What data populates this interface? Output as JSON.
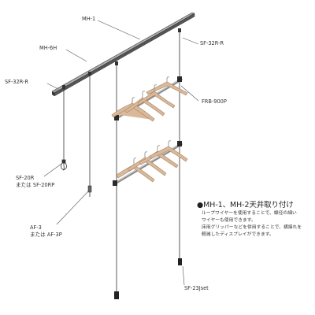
{
  "labels": {
    "mh1": "MH-1",
    "mh6h": "MH-6H",
    "sf32rr_right": "SF-32R-R",
    "sf32rr_left": "SF-32R-R",
    "frb900p": "FRB-900P",
    "sf20r_line1": "SF-20R",
    "sf20r_line2": "または SF-20RP",
    "af3_line1": "AF-3",
    "af3_line2": "または AF-3P",
    "sf23jset": "SF-23Jset"
  },
  "heading": "●MH-1、MH-2天井取り付け",
  "description": [
    "ループワイヤーを使用することで、線径の細い",
    "ワイヤーも使用できます。",
    "床用グリッパーなどを併用することで、横揺れを",
    "軽減したディスプレイができます。"
  ],
  "colors": {
    "line": "#333333",
    "rail_light": "#8f8f8f",
    "rail_dark": "#222222",
    "hanger": "#d9b99a",
    "hanger_edge": "#a68462",
    "bar": "#b5b5b5"
  }
}
